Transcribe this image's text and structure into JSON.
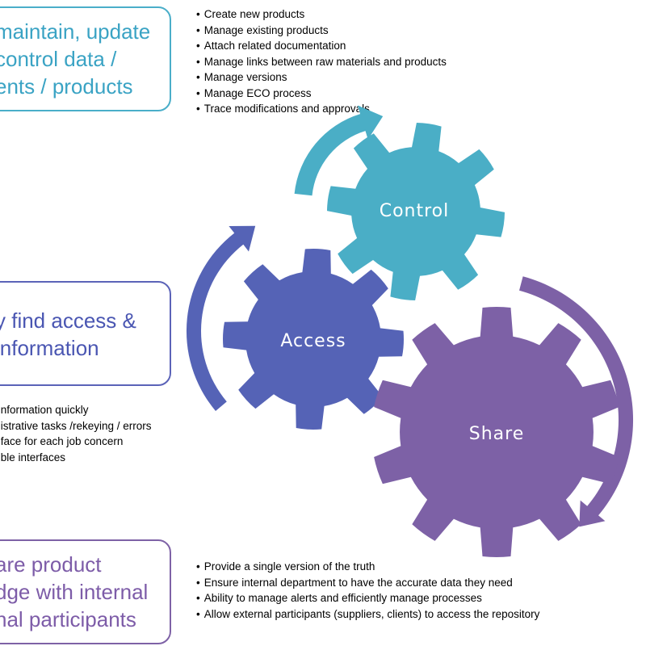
{
  "colors": {
    "control": "#4aaec6",
    "access": "#5563b6",
    "share": "#7d61a6"
  },
  "gears": {
    "control": "Control",
    "access": "Access",
    "share": "Share"
  },
  "boxes": {
    "control": [
      "maintain, update",
      "control data /",
      "ents  / products"
    ],
    "access": [
      "y find access &",
      "information"
    ],
    "share": [
      "are product",
      "dge with internal",
      "nal  participants"
    ]
  },
  "bullets": {
    "control": [
      "Create new products",
      "Manage existing products",
      "Attach related documentation",
      "Manage links between raw materials and products",
      "Manage versions",
      "Manage ECO process",
      "Trace modifications and approvals"
    ],
    "access": [
      "nformation quickly",
      "istrative tasks /rekeying / errors",
      "face for each job concern",
      "ble interfaces"
    ],
    "share": [
      "Provide a single version of the truth",
      "Ensure internal department to have the accurate data they need",
      "Ability to manage alerts and efficiently manage processes",
      "Allow external participants (suppliers, clients) to access the repository"
    ]
  }
}
